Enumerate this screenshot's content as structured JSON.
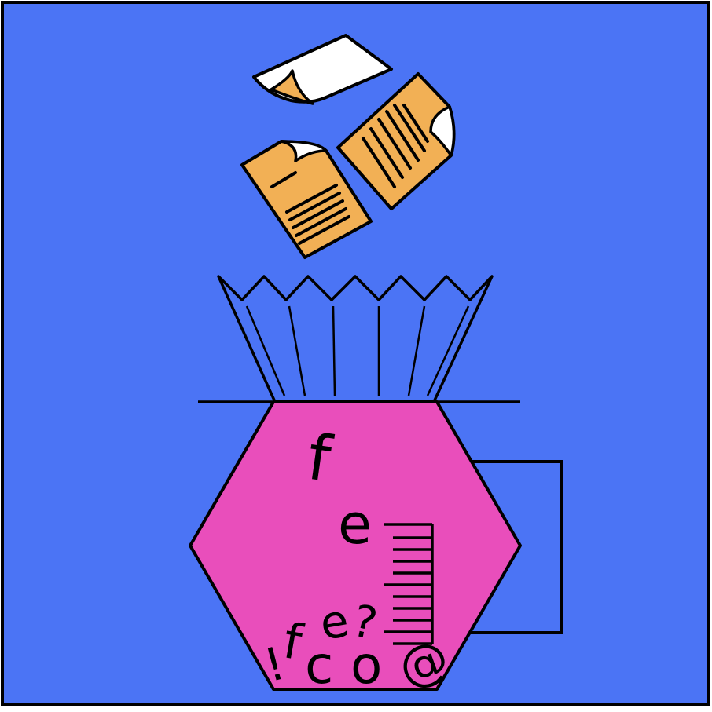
{
  "colors": {
    "background": "#4B74F5",
    "jug": "#E94EBB",
    "paper": "#F2B055",
    "paper_fold": "#FFFFFF",
    "outline": "#000000"
  },
  "icons": [
    "loose-paper-icon",
    "document-left-icon",
    "document-right-icon",
    "paper-filter-icon",
    "coffee-jug-icon",
    "jug-handle-icon",
    "measurement-scale-icon"
  ],
  "jug_letters": {
    "top_f": "f",
    "mid_e": "e",
    "pile_excl": "!",
    "pile_f": "f",
    "pile_e": "e",
    "pile_q": "?",
    "pile_c": "c",
    "pile_o": "o",
    "pile_at": "@"
  }
}
